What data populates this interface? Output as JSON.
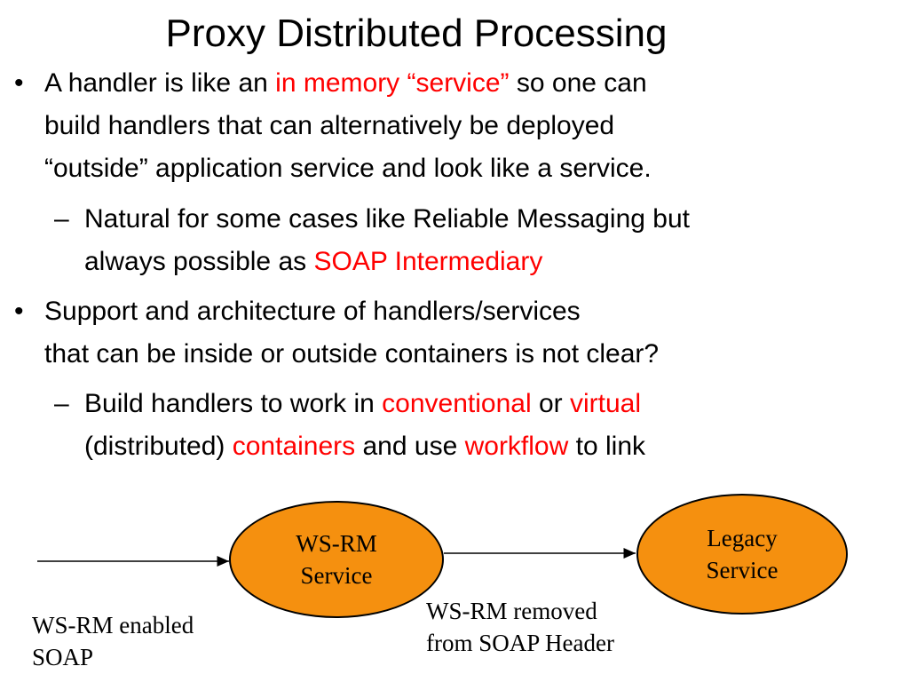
{
  "title": "Proxy Distributed Processing",
  "bullets": {
    "b1": {
      "marker": "•",
      "line1_a": "A handler is like an ",
      "line1_red": "in memory “service”",
      "line1_b": " so one can",
      "line2": "build handlers that can alternatively be deployed",
      "line3": "“outside” application service and look like a  service."
    },
    "b1_sub": {
      "marker": "–",
      "line1": "Natural for some cases like Reliable Messaging but",
      "line2_a": "always possible as ",
      "line2_red": "SOAP Intermediary"
    },
    "b2": {
      "marker": "•",
      "line1": "Support and architecture of handlers/services",
      "line2": "that can be inside  or outside containers is not clear?"
    },
    "b2_sub": {
      "marker": "–",
      "line1_a": "Build handlers to work in ",
      "line1_red1": "conventional",
      "line1_b": " or  ",
      "line1_red2": "virtual",
      "line2_a": "(distributed) ",
      "line2_red1": "containers",
      "line2_b": " and use ",
      "line2_red2": "workflow",
      "line2_c": " to link"
    }
  },
  "diagram": {
    "node1": {
      "line1": "WS-RM",
      "line2": "Service"
    },
    "node2": {
      "line1": "Legacy",
      "line2": "Service"
    },
    "label_left": {
      "line1": "WS-RM enabled",
      "line2": "SOAP"
    },
    "label_mid": {
      "line1": "WS-RM removed",
      "line2": "from SOAP Header"
    }
  },
  "colors": {
    "accent_red": "#ff0000",
    "node_fill": "#f5900f"
  }
}
